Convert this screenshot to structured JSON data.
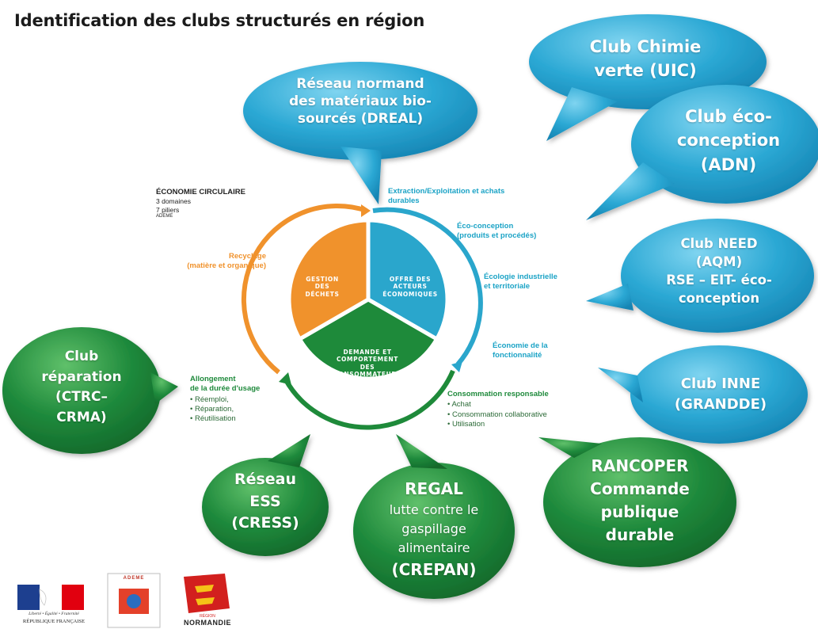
{
  "title": "Identification des clubs structurés en région",
  "circular_economy": {
    "title": "ÉCONOMIE CIRCULAIRE",
    "line1": "3 domaines",
    "line2": "7 piliers",
    "source": "ADEME"
  },
  "ring": {
    "segment_offre": [
      "OFFRE DES",
      "ACTEURS",
      "ÉCONOMIQUES"
    ],
    "segment_dechets": [
      "GESTION",
      "DES",
      "DÉCHETS"
    ],
    "segment_demande": [
      "DEMANDE ET",
      "COMPORTEMENT",
      "DES",
      "CONSOMMATEURS"
    ]
  },
  "pillars": {
    "extraction": [
      "Extraction/Exploitation  et achats",
      "durables"
    ],
    "ecoconception": [
      "Éco-conception",
      "(produits  et procédés)"
    ],
    "ecologie": [
      "Écologie industrielle",
      "et territoriale"
    ],
    "fonctionnalite": [
      "Économie de la",
      "fonctionnalité"
    ],
    "consommation": {
      "title": "Consommation responsable",
      "items": [
        "Achat",
        "Consommation collaborative",
        "Utilisation"
      ]
    },
    "allongement": {
      "title": [
        "Allongement",
        "de la durée d'usage"
      ],
      "items": [
        "Réemploi,",
        "Réparation,",
        "Réutilisation"
      ]
    },
    "recyclage": [
      "Recyclage",
      "(matière et organique)"
    ]
  },
  "bubbles": {
    "dreal": [
      "Réseau normand",
      "des matériaux bio-",
      "sourcés (DREAL)"
    ],
    "uic": [
      "Club Chimie",
      "verte (UIC)"
    ],
    "adn": [
      "Club éco-",
      "conception",
      "(ADN)"
    ],
    "need": [
      "Club NEED",
      "(AQM)",
      "RSE – EIT- éco-",
      "conception"
    ],
    "inne": [
      "Club INNE",
      "(GRANDDE)"
    ],
    "rancoper": [
      "RANCOPER",
      "Commande",
      "publique",
      "durable"
    ],
    "regal": {
      "title": "REGAL",
      "body": [
        "lutte contre le",
        "gaspillage",
        "alimentaire"
      ],
      "tail": "(CREPAN)"
    },
    "ess": [
      "Réseau",
      "ESS",
      "(CRESS)"
    ],
    "reparation": [
      "Club",
      "réparation",
      "(CTRC–",
      "CRMA)"
    ]
  },
  "logos": {
    "republique": {
      "motto": "Liberté • Égalité • Fraternité",
      "name": "RÉPUBLIQUE FRANÇAISE"
    },
    "ademe": {
      "name": "ADEME"
    },
    "region": {
      "line1": "RÉGION",
      "line2": "NORMANDIE"
    }
  },
  "colors": {
    "blue_bubble": "#2ba8d4",
    "green_bubble": "#1f8a3c",
    "orange_segment": "#f0922c",
    "blue_segment": "#2aa6cc",
    "green_segment": "#1e8a3a"
  }
}
